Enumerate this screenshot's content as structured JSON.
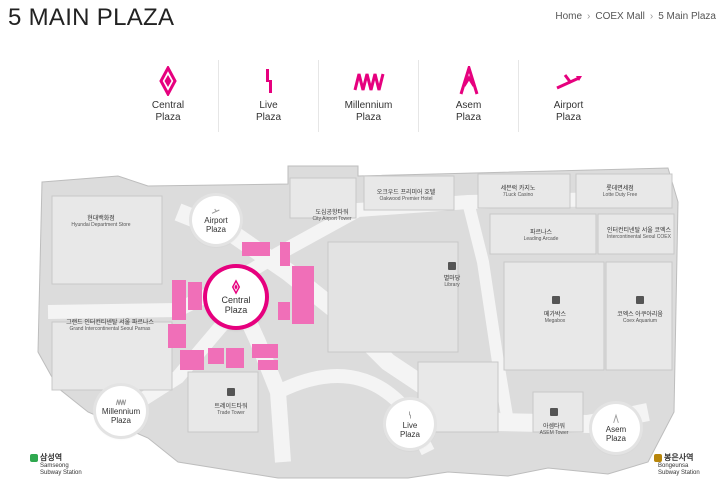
{
  "page": {
    "title": "5 MAIN PLAZA"
  },
  "breadcrumb": {
    "items": [
      "Home",
      "COEX Mall",
      "5 Main Plaza"
    ]
  },
  "colors": {
    "accent": "#e6007e",
    "map_bg": "#dcdcdc",
    "corridor": "#f2f2f2",
    "building": "#e9e9e9"
  },
  "plazas": [
    {
      "label": "Central\nPlaza",
      "icon": "central-plaza-icon"
    },
    {
      "label": "Live\nPlaza",
      "icon": "live-plaza-icon"
    },
    {
      "label": "Millennium\nPlaza",
      "icon": "millennium-plaza-icon"
    },
    {
      "label": "Asem\nPlaza",
      "icon": "asem-plaza-icon"
    },
    {
      "label": "Airport\nPlaza",
      "icon": "airport-plaza-icon"
    }
  ],
  "map": {
    "markers": {
      "central": "Central\nPlaza",
      "airport": "Airport\nPlaza",
      "millennium": "Millennium\nPlaza",
      "live": "Live\nPlaza",
      "asem": "Asem\nPlaza"
    },
    "buildings": {
      "hyundai": {
        "ko": "현대백화점",
        "en": "Hyundai Department Store"
      },
      "intercon_parnas": {
        "ko": "그랜드 인터컨티넨탈 서울 파르나스",
        "en": "Grand Intercontinental Seoul Parnas"
      },
      "city_airport": {
        "ko": "도심공항타워",
        "en": "City Airport Tower"
      },
      "oakwood": {
        "ko": "오크우드 프리미어 호텔",
        "en": "Oakwood Premier Hotel"
      },
      "casino": {
        "ko": "세븐럭 카지노",
        "en": "7Luck Casino"
      },
      "duty_free": {
        "ko": "롯데면세점",
        "en": "Lotte Duty Free"
      },
      "leading": {
        "ko": "파르나스",
        "en": "Leading Arcade"
      },
      "coex_intercon": {
        "ko": "인터컨티넨탈 서울 코엑스",
        "en": "Intercontinental Seoul COEX"
      },
      "library": {
        "ko": "별마당",
        "en": "Library"
      },
      "megabox": {
        "ko": "메가박스",
        "en": "Megabox"
      },
      "aquarium": {
        "ko": "코엑스 아쿠아리움",
        "en": "Coex Aquarium"
      },
      "trade_tower": {
        "ko": "트레이드타워",
        "en": "Trade Tower"
      },
      "asem_tower": {
        "ko": "아셈타워",
        "en": "ASEM Tower"
      }
    },
    "stations": {
      "samseong": {
        "ko": "삼성역",
        "en": "Samseong\nSubway Station",
        "color": "#2fa84f"
      },
      "bongeunsa": {
        "ko": "봉은사역",
        "en": "Bongeunsa\nSubway Station",
        "color": "#b8860b"
      }
    }
  }
}
